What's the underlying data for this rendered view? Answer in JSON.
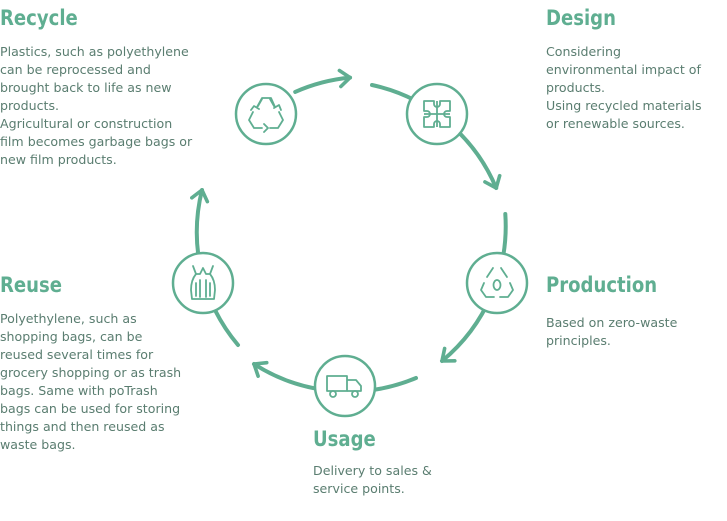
{
  "stages": {
    "recycle": {
      "title": "Recycle",
      "lines": [
        "Plastics, such as polyethylene",
        "can be reprocessed and",
        "brought back to life as new",
        "products.",
        "Agricultural or construction",
        "film becomes garbage bags or",
        "new film products."
      ],
      "icon": "recycle-icon"
    },
    "design": {
      "title": "Design",
      "lines": [
        "Considering",
        "environmental impact of",
        "products.",
        "Using recycled materials",
        "or renewable sources."
      ],
      "icon": "puzzle-icon"
    },
    "production": {
      "title": "Production",
      "lines": [
        "Based on zero-waste",
        "principles."
      ],
      "icon": "recycle-zero-icon"
    },
    "usage": {
      "title": "Usage",
      "lines": [
        "Delivery to sales &",
        "service points."
      ],
      "icon": "truck-icon"
    },
    "reuse": {
      "title": "Reuse",
      "lines": [
        "Polyethylene, such as",
        "shopping bags, can be",
        "reused several times for",
        "grocery shopping or as trash",
        "bags. Same with poTrash",
        "bags can be used for storing",
        "things and then reused as",
        "waste bags."
      ],
      "icon": "plastic-bag-icon"
    }
  },
  "colors": {
    "accent": "#5fae91",
    "text": "#5a7d70"
  }
}
